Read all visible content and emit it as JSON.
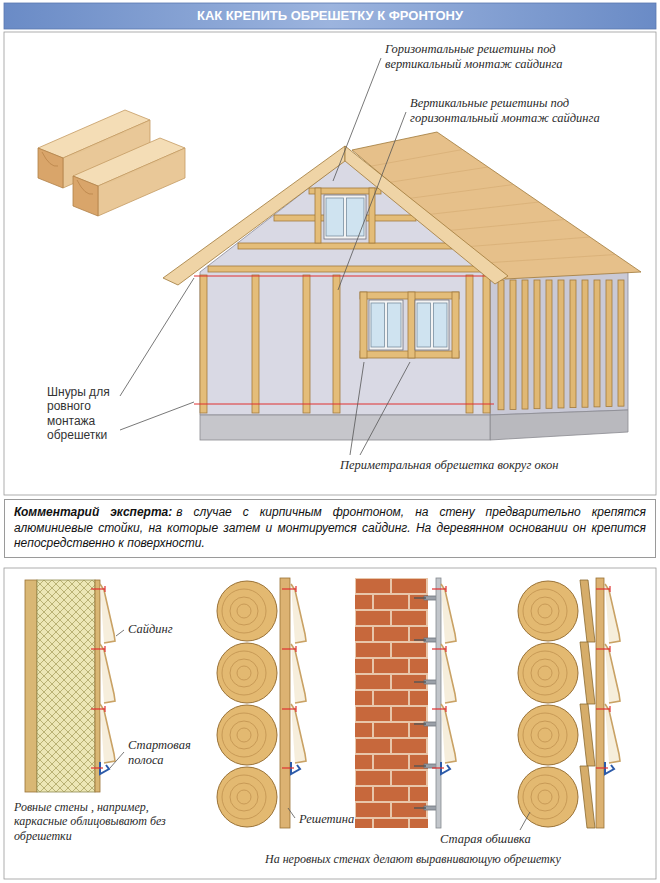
{
  "diagram": {
    "title": "КАК КРЕПИТЬ ОБРЕШЕТКУ К ФРОНТОНУ",
    "nodes": [
      {
        "text": [
          "Комментарий эксперта:",
          "в случае с кирпичным фронтоном, на стену предварительно крепятся алюминиевые стойки, на которые затем и монтируется сайдинг. На деревянном основании он крепится непосредственно к поверхности."
        ]
      }
    ],
    "labels": [
      "Горизонтальные решетины под вертикальный монтаж сайдинга",
      "Вертикальные решетины под горизонтальный монтаж сайдинга",
      "Шнуры для ровного монтажа обрешетки",
      "Периметральная обрешетка вокруг окон",
      "Сайдинг",
      "Стартовая полоса",
      "Ровные стены , например, каркасные облицовывают без обрешетки",
      "Решетина",
      "Старая обшивка",
      "На неровных стенах делают выравнивающую обрешетку"
    ]
  }
}
